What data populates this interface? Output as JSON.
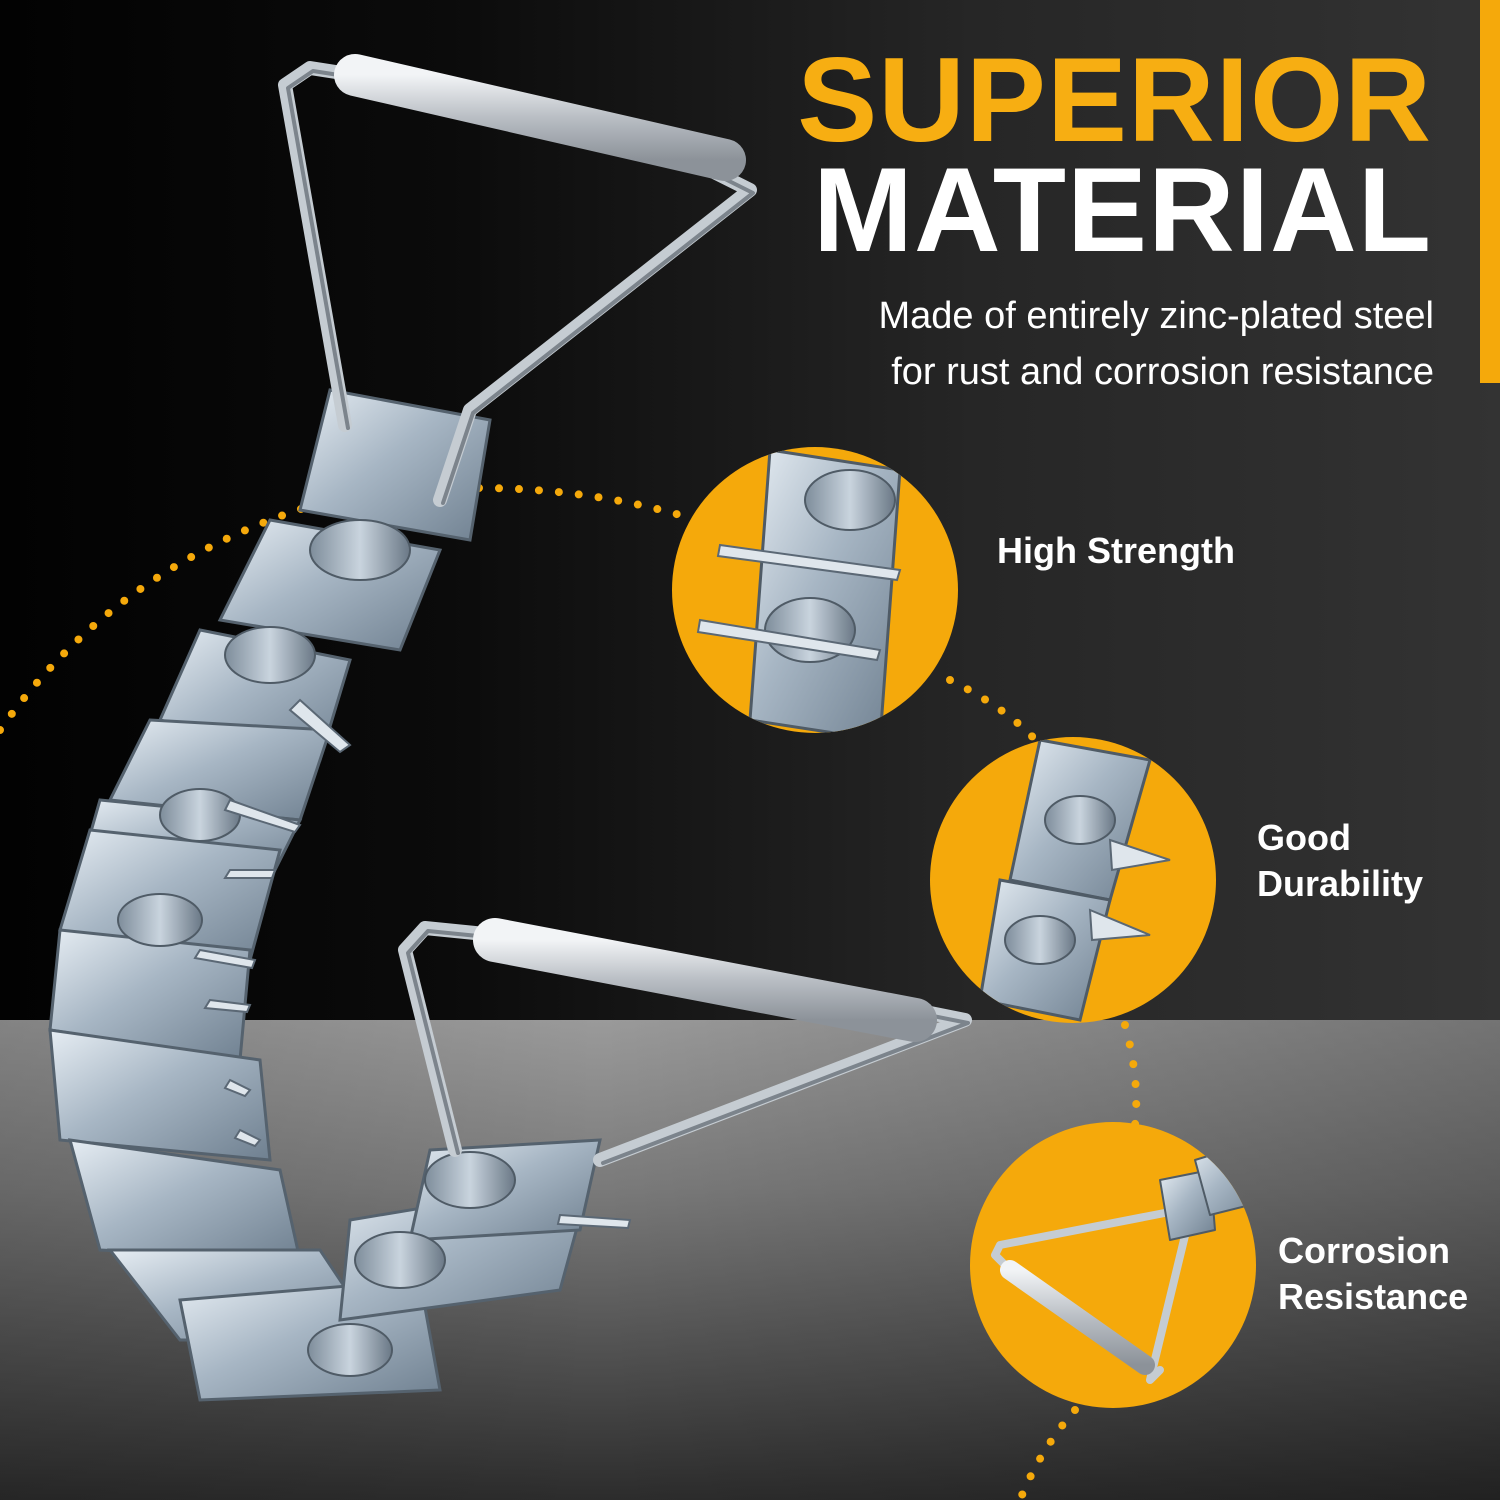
{
  "headline": {
    "line1": "SUPERIOR",
    "line2": "MATERIAL"
  },
  "description": {
    "line1": "Made of entirely zinc-plated steel",
    "line2": "for rust and corrosion resistance"
  },
  "features": [
    {
      "icon": "chain-link-closeup",
      "lines": [
        "High Strength"
      ]
    },
    {
      "icon": "chain-spikes-closeup",
      "lines": [
        "Good",
        "Durability"
      ]
    },
    {
      "icon": "handle-closeup",
      "lines": [
        "Corrosion",
        "Resistance"
      ]
    }
  ],
  "colors": {
    "accent": "#f5a90b",
    "title_accent": "#f7ae12",
    "text": "#ffffff",
    "background": "#111111",
    "metal": "#a9b8c6"
  }
}
